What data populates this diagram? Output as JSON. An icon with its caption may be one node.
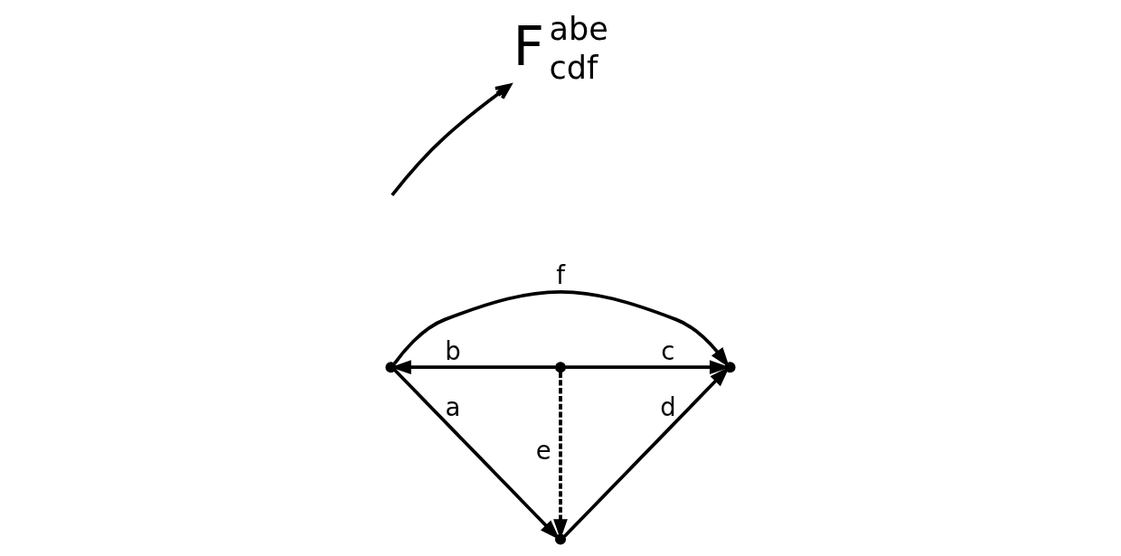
{
  "diagram": {
    "nodes": [
      {
        "text": [],
        "shape": "point"
      },
      {
        "text": [],
        "shape": "point"
      },
      {
        "text": [],
        "shape": "point"
      },
      {
        "text": [],
        "shape": "point"
      },
      {
        "text": [
          "F$^{abe}$$_{cdf}$"
        ]
      }
    ],
    "edges": [
      {
        "from": 0,
        "to": 1,
        "arrow": "to",
        "label": "a"
      },
      {
        "from": 1,
        "to": 2,
        "arrow": "to",
        "label": "d"
      },
      {
        "from": 0,
        "to": 2,
        "arrow": "to",
        "label": "f"
      },
      {
        "from": 3,
        "to": 0,
        "arrow": "to",
        "label": "b"
      },
      {
        "from": 3,
        "to": 2,
        "arrow": "to",
        "label": "c"
      },
      {
        "from": 3,
        "to": 1,
        "arrow": "to",
        "label": "e",
        "style": "dashed"
      },
      {
        "from": null,
        "to": 4,
        "arrow": "to"
      }
    ]
  }
}
